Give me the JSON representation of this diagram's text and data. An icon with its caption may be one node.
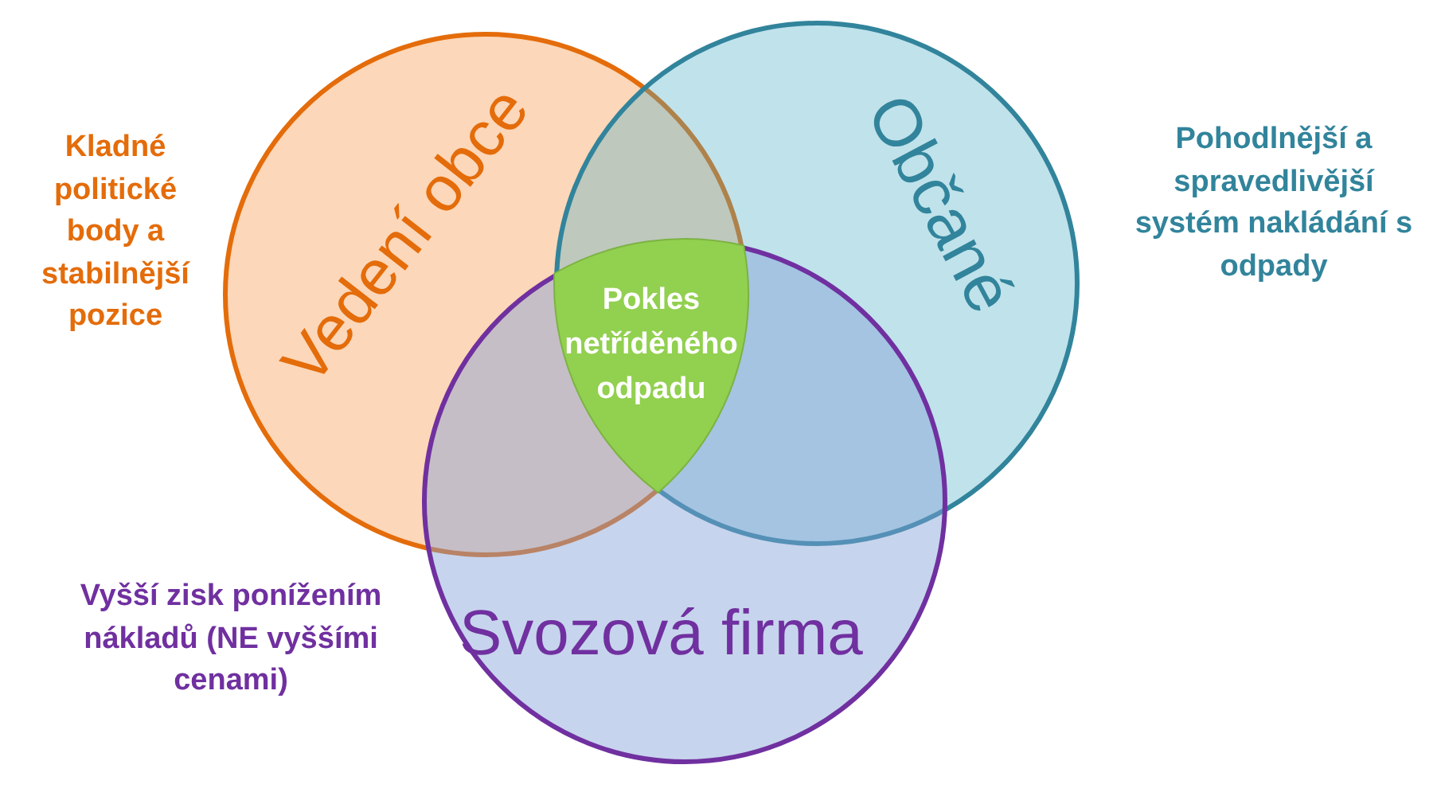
{
  "diagram": {
    "nodes": [
      {
        "text": [
          "Vedení obce"
        ],
        "beside": [
          "Kladné politické body a stabilnější pozice"
        ]
      },
      {
        "text": [
          "Občané"
        ],
        "beside": [
          "Pohodlnější a spravedlivější systém nakládání s odpady"
        ]
      },
      {
        "text": [
          "Svozová firma"
        ],
        "beside": [
          "Vyšší zisk ponížením nákladů (NE vyššími cenami)"
        ]
      },
      {
        "text": [
          "Pokles netříděného odpadu"
        ]
      }
    ]
  }
}
